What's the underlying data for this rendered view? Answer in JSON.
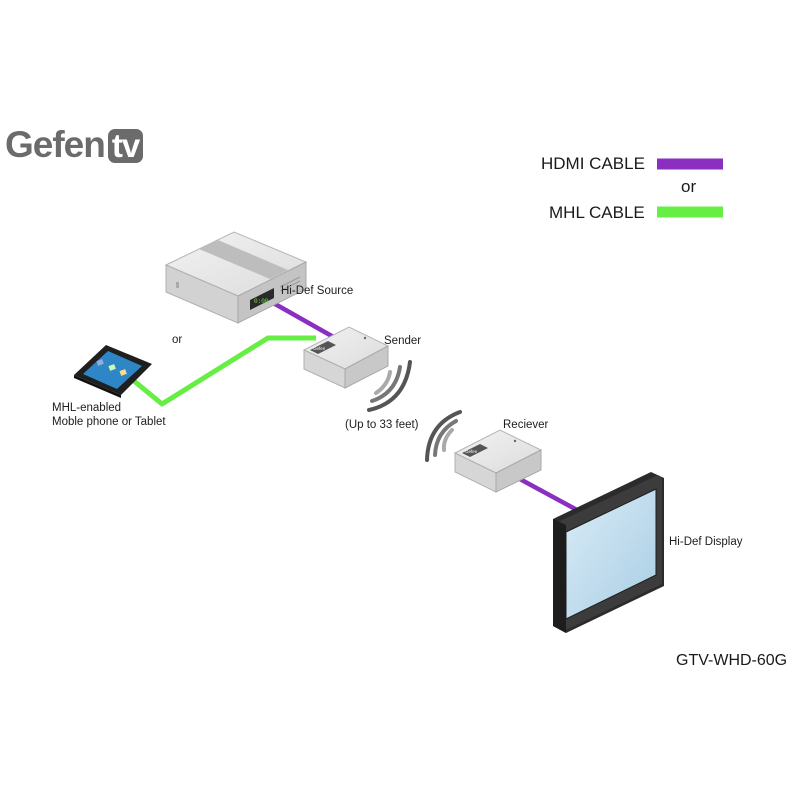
{
  "brand": {
    "name": "Gefen",
    "suffix": "tv"
  },
  "legend": {
    "hdmi_label": "HDMI CABLE",
    "or_label": "or",
    "mhl_label": "MHL CABLE",
    "hdmi_color": "#8a2fc0",
    "mhl_color": "#66ee44"
  },
  "labels": {
    "source": "Hi-Def Source",
    "or": "or",
    "sender": "Sender",
    "mobile_line1": "MHL-enabled",
    "mobile_line2": "Moble phone or Tablet",
    "range": "(Up to 33 feet)",
    "receiver": "Reciever",
    "display": "Hi-Def Display"
  },
  "device_text": {
    "source_display": "0:00",
    "sender_badge": "Gefen",
    "receiver_badge": "Gefen"
  },
  "model": "GTV-WHD-60G"
}
